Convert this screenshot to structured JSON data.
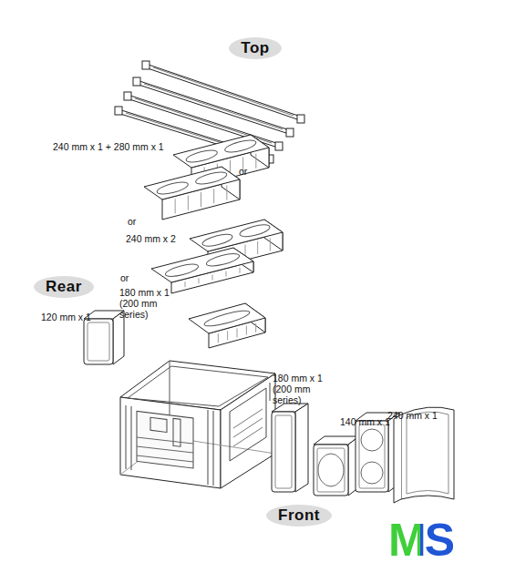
{
  "diagram": {
    "nodes": [
      {
        "text": [
          "Top"
        ]
      },
      {
        "text": [
          "Rear"
        ]
      },
      {
        "text": [
          "Front"
        ]
      }
    ],
    "labels": [
      "240 mm x 1 + 280 mm x 1",
      "or",
      "or",
      "240 mm x 2",
      "or",
      "180 mm x 1 (200 mm series)",
      "120 mm x 1",
      "180 mm x 1 (200 mm series)",
      "140 mm x 1",
      "240 mm x 1",
      "MS"
    ]
  }
}
